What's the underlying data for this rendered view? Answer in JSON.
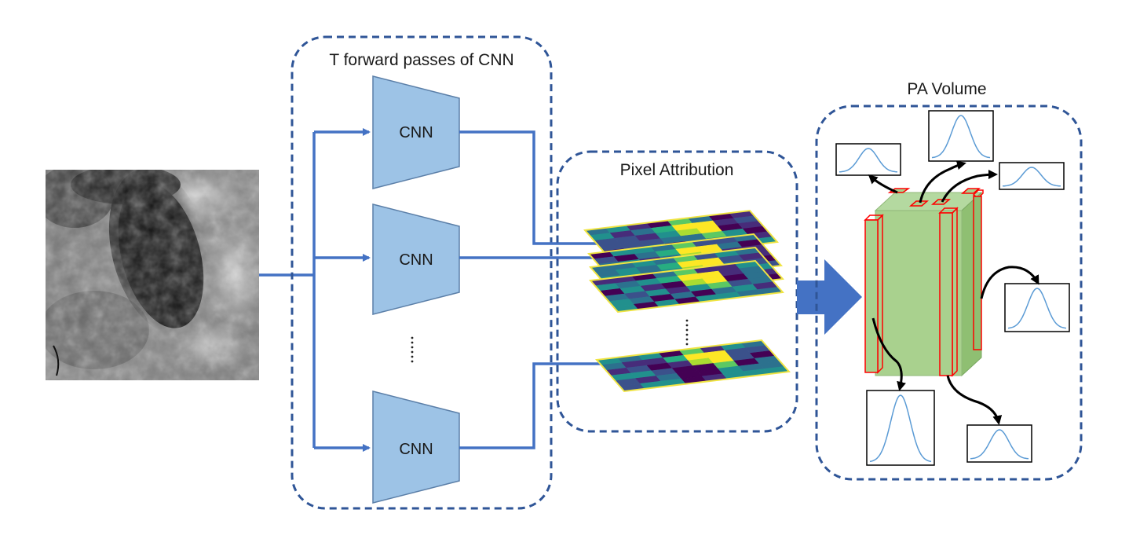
{
  "panels": {
    "cnn_group": {
      "title": "T forward passes of CNN"
    },
    "pixel_attribution": {
      "title": "Pixel Attribution"
    },
    "pa_volume": {
      "title": "PA Volume"
    }
  },
  "cnn_blocks": [
    {
      "label": "CNN"
    },
    {
      "label": "CNN"
    },
    {
      "label": "CNN"
    }
  ],
  "colors": {
    "dashed_border": "#2f5597",
    "arrow_blue": "#4472c4",
    "cnn_fill": "#9dc3e6",
    "cnn_stroke": "#5b7fa8",
    "volume_fill": "#a9d18e",
    "volume_edge": "#ff0000",
    "gaussian_line": "#5b9bd5",
    "heatmap_border": "#f0e442"
  },
  "icons": {
    "input_image": "grayscale-microscopy-image",
    "attribution_map": "viridis-heatmap-icon"
  }
}
